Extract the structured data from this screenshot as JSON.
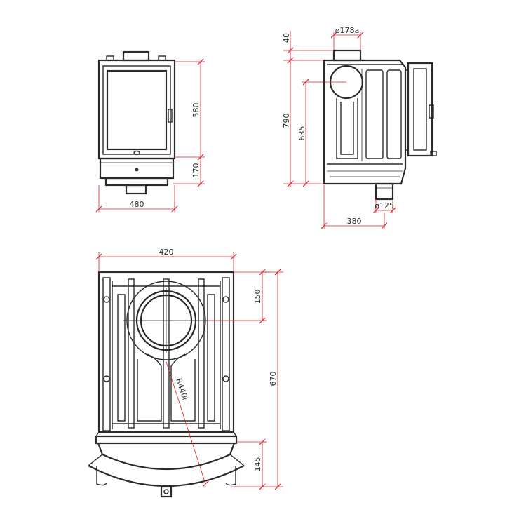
{
  "front_view": {
    "height_glass": "580",
    "height_base": "170",
    "width": "480"
  },
  "side_view": {
    "flue_top_diameter": "ø178a",
    "top_offset": "40",
    "total_height": "790",
    "flue_height": "635",
    "flue_rear_diameter": "ø125",
    "depth": "380"
  },
  "plan_view": {
    "width": "420",
    "flue_offset": "150",
    "total_depth": "670",
    "front_depth": "145",
    "radius": "R440i"
  },
  "colors": {
    "line": "#2b2b2b",
    "dimension": "#d9202a"
  }
}
